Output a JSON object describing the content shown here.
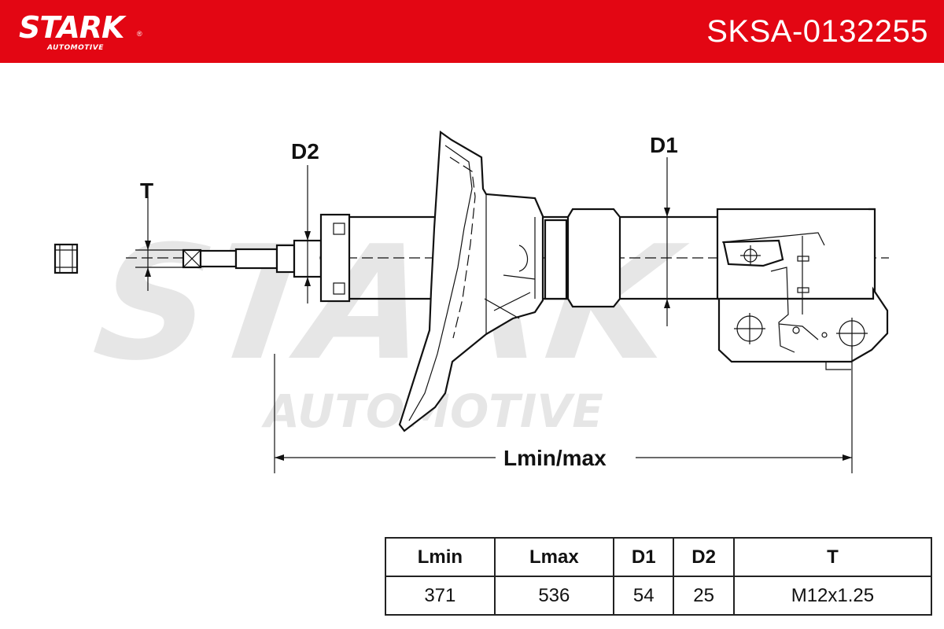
{
  "header": {
    "brand": "STARK",
    "brand_mark": "®",
    "brand_sub": "AUTOMOTIVE",
    "part_number": "SKSA-0132255",
    "color": "#e30613"
  },
  "watermark": {
    "line1": "STARK",
    "line2": "AUTOMOTIVE"
  },
  "diagram": {
    "labels": {
      "t": "T",
      "d2": "D2",
      "d1": "D1",
      "length": "Lmin/max"
    }
  },
  "specs": {
    "headers": [
      "Lmin",
      "Lmax",
      "D1",
      "D2",
      "T"
    ],
    "values": [
      "371",
      "536",
      "54",
      "25",
      "M12x1.25"
    ]
  }
}
